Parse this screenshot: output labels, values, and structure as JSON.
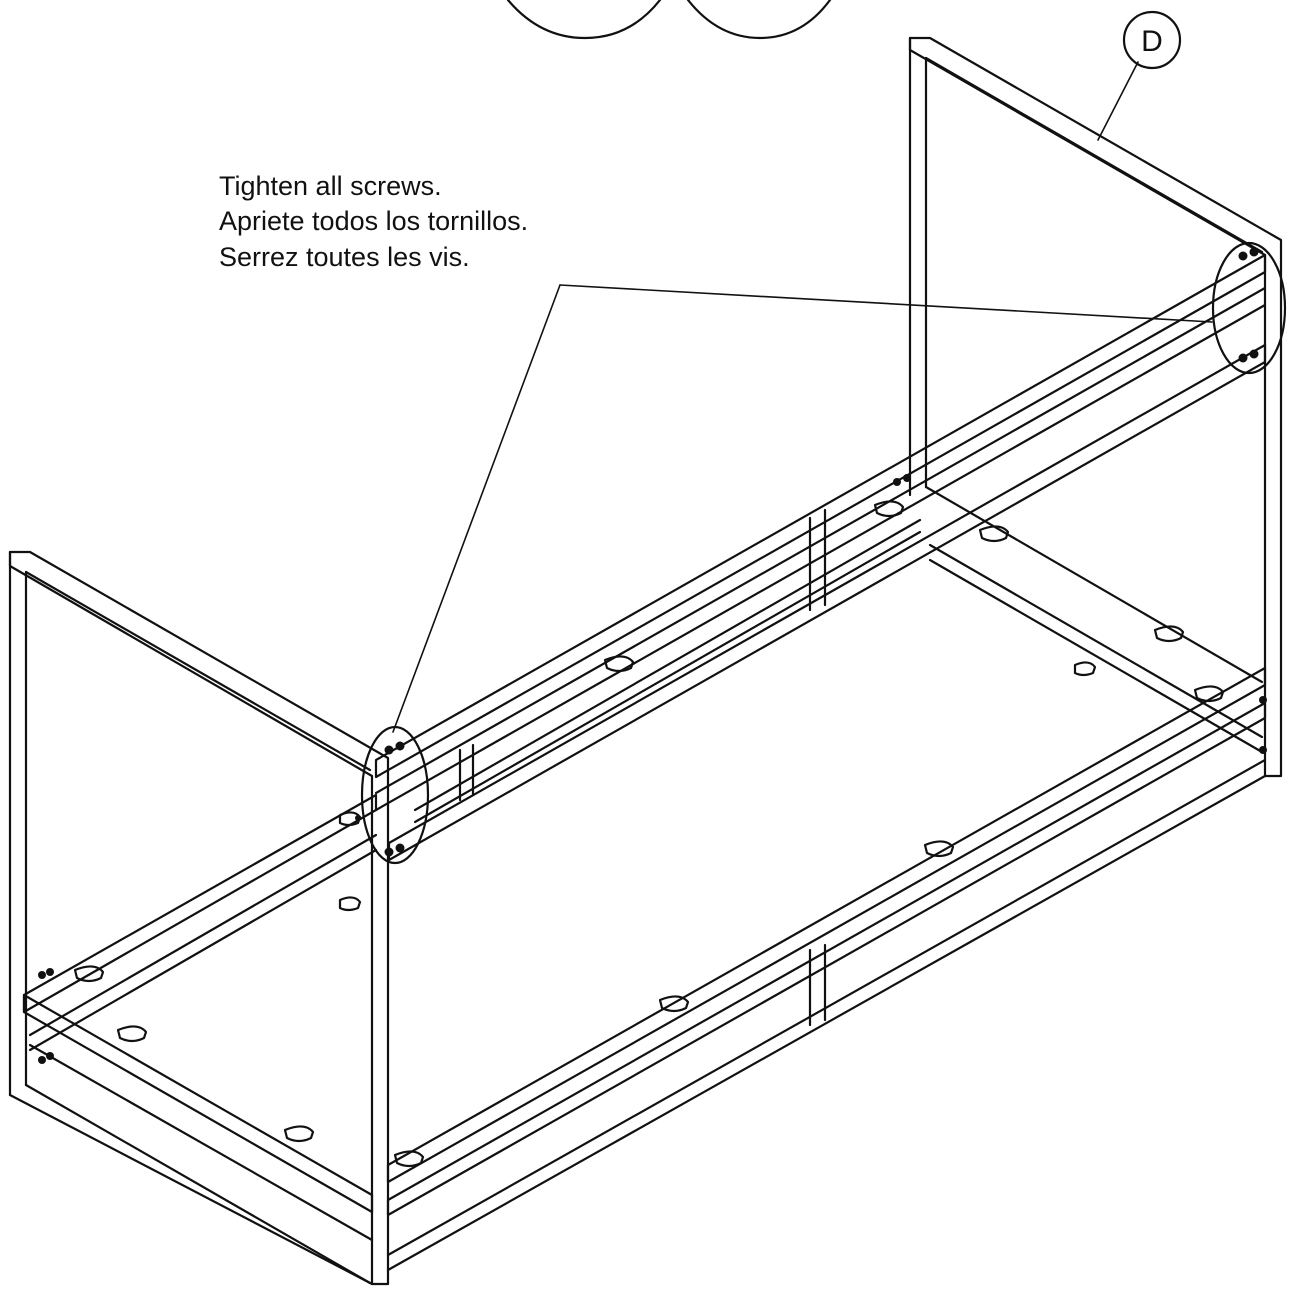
{
  "instructions": {
    "english": "Tighten all screws.",
    "spanish": "Apriete todos los tornillos.",
    "french": "Serrez toutes les vis."
  },
  "part_label": "D",
  "colors": {
    "line": "#111111",
    "background": "#ffffff"
  }
}
